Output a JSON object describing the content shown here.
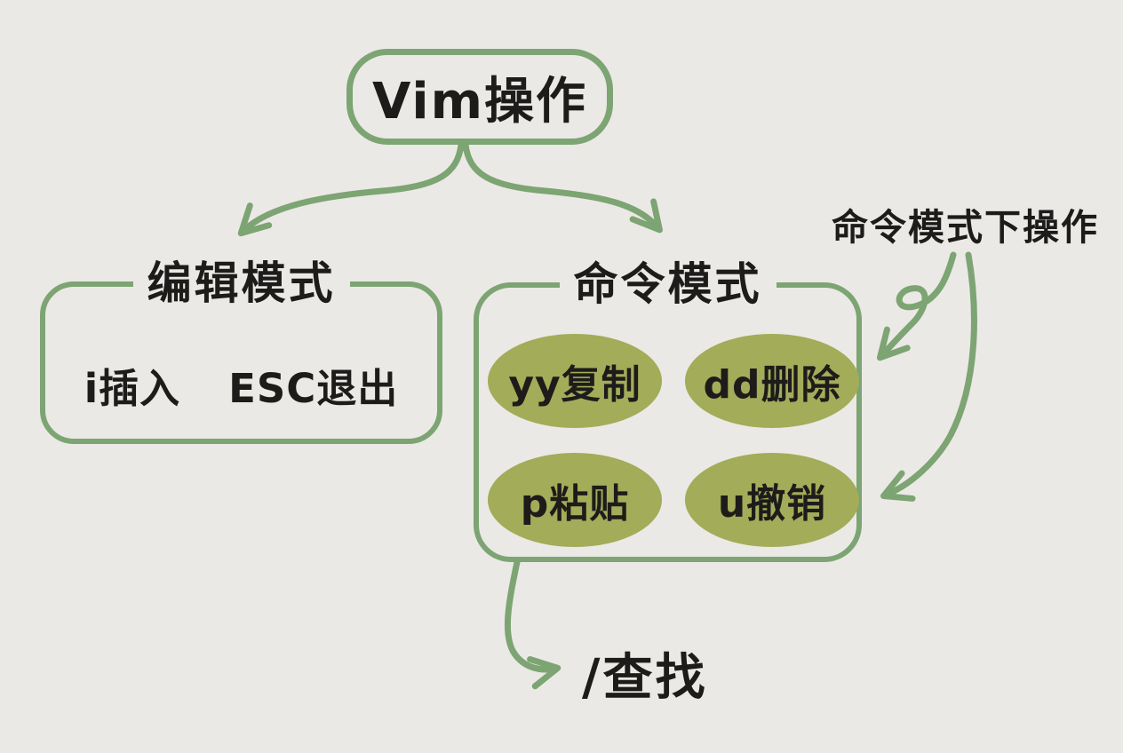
{
  "colors": {
    "bg": "#ebe9e6",
    "ink": "#1d1c1a",
    "green": "#7da473",
    "olive": "#a3ac58"
  },
  "root": {
    "label": "Vim操作"
  },
  "edit_mode": {
    "title": "编辑模式",
    "items": [
      {
        "label": "i插入"
      },
      {
        "label": "ESC退出"
      }
    ]
  },
  "command_mode": {
    "title": "命令模式",
    "items": [
      {
        "label": "yy复制"
      },
      {
        "label": "dd删除"
      },
      {
        "label": "p粘贴"
      },
      {
        "label": "u撤销"
      }
    ]
  },
  "annotation": {
    "label": "命令模式下操作"
  },
  "search": {
    "label": "/查找"
  },
  "edges": [
    {
      "from": "Vim操作",
      "to": "编辑模式"
    },
    {
      "from": "Vim操作",
      "to": "命令模式"
    },
    {
      "from": "命令模式下操作",
      "to": "命令模式",
      "style": "loop-arrow"
    },
    {
      "from": "命令模式下操作",
      "to": "命令模式",
      "style": "long-curve-arrow"
    },
    {
      "from": "命令模式",
      "to": "/查找"
    }
  ]
}
